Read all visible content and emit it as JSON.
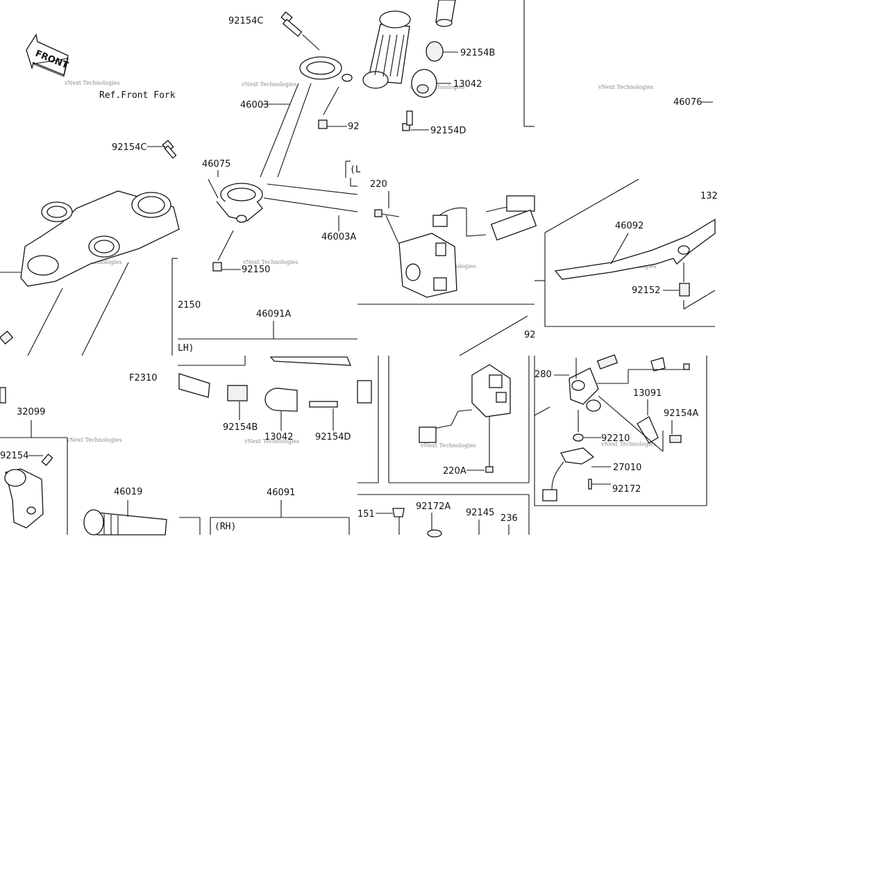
{
  "diagram": {
    "front_label": "FRONT",
    "ref_label": "Ref.Front Fork",
    "figure_code": "F2310",
    "watermark": "vNext Technologies",
    "group_labels": {
      "lh": "LH)",
      "rh": "(RH)",
      "l_partial": "(L",
      "l_partial2": "L"
    },
    "callouts": [
      "92154C",
      "92154B",
      "13042",
      "92154D",
      "46076",
      "46003",
      "92",
      "92154C",
      "46075",
      "220",
      "132",
      "46003A",
      "46092",
      "92150",
      "92152",
      "2150",
      "46091A",
      "92",
      "280",
      "F2310",
      "13091",
      "92154A",
      "32099",
      "92154B",
      "13042",
      "92154D",
      "92154",
      "92210",
      "27010",
      "220A",
      "92172",
      "46019",
      "46091",
      "151",
      "92172A",
      "92145",
      "236"
    ]
  }
}
